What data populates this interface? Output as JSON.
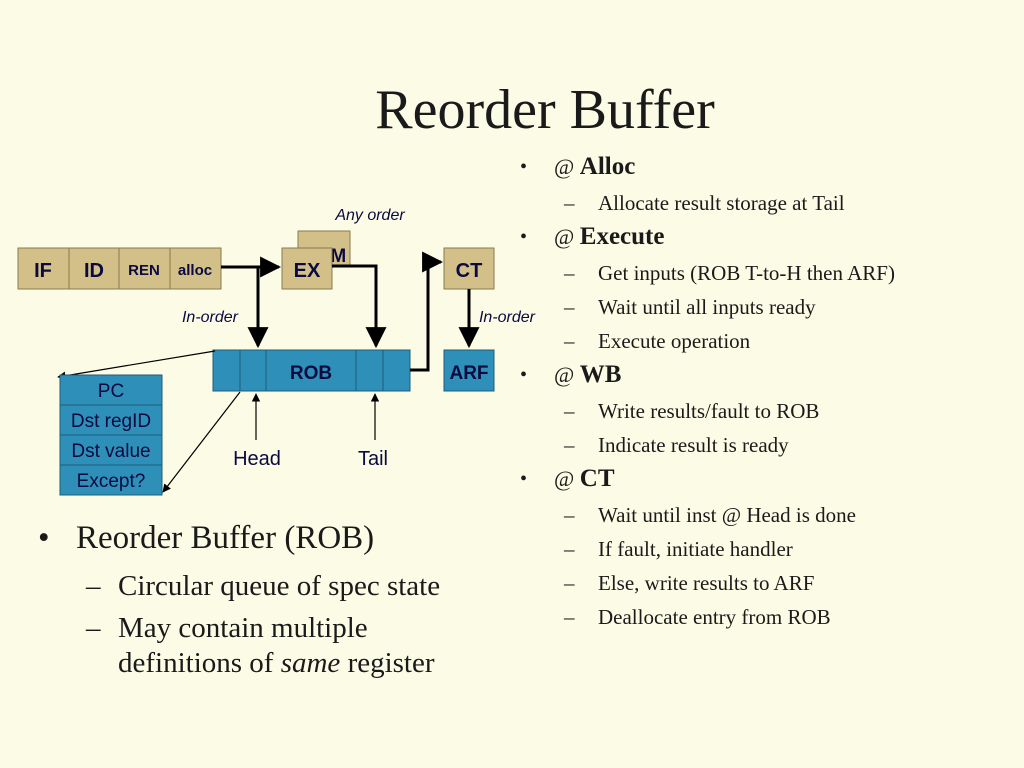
{
  "title": "Reorder Buffer",
  "diagram": {
    "pipeline": [
      "IF",
      "ID",
      "REN",
      "alloc"
    ],
    "ex": "EX",
    "mem": "MEM",
    "ct": "CT",
    "arf": "ARF",
    "rob": "ROB",
    "any_order": "Any order",
    "in_order_left": "In-order",
    "in_order_right": "In-order",
    "head": "Head",
    "tail": "Tail",
    "entry_fields": [
      "PC",
      "Dst regID",
      "Dst value",
      "Except?"
    ],
    "colors": {
      "stage": "#d2c088",
      "rob": "#2e8fb8",
      "text_blue": "#0a0a40"
    }
  },
  "left_bullets": {
    "main": "Reorder Buffer (ROB)",
    "sub1": "Circular queue of spec state",
    "sub2_a": "May contain multiple",
    "sub2_b_pre": "definitions of ",
    "sub2_b_em": "same",
    "sub2_b_post": " register"
  },
  "right_bullets": [
    {
      "at": "@",
      "kw": "Alloc",
      "subs": [
        "Allocate result storage at Tail"
      ]
    },
    {
      "at": "@",
      "kw": "Execute",
      "subs": [
        "Get inputs (ROB T-to-H then ARF)",
        "Wait until all inputs ready",
        "Execute operation"
      ]
    },
    {
      "at": "@",
      "kw": "WB",
      "subs": [
        "Write results/fault to ROB",
        "Indicate result is ready"
      ]
    },
    {
      "at": "@",
      "kw": "CT",
      "subs": [
        "Wait until inst @ Head is done",
        "If fault, initiate handler",
        "Else, write results to ARF",
        "Deallocate entry from ROB"
      ]
    }
  ]
}
